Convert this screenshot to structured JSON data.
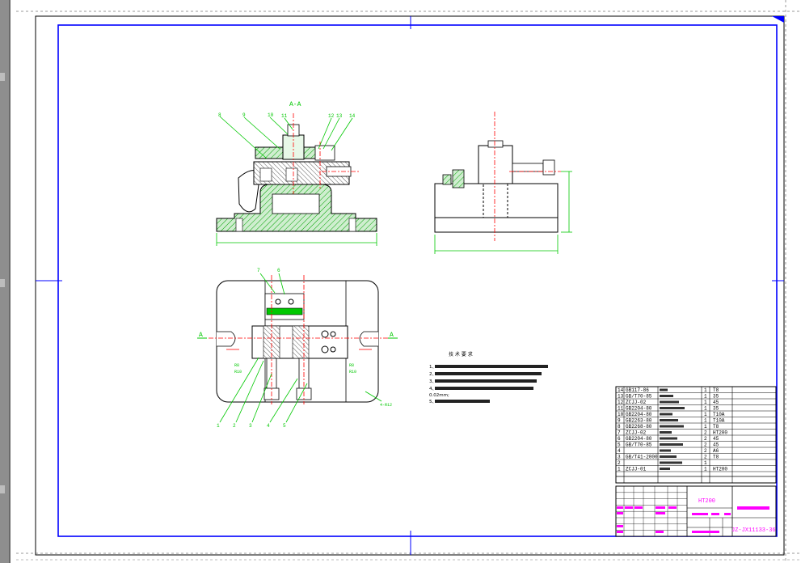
{
  "drawing": {
    "section_label": "A-A",
    "cut_marks": [
      "A",
      "A"
    ],
    "section_view_part_numbers": [
      "8",
      "9",
      "10",
      "11",
      "12",
      "13",
      "14"
    ],
    "plan_view_part_numbers_top": [
      "7",
      "6"
    ],
    "plan_view_part_numbers_bottom": [
      "1",
      "2",
      "3",
      "4",
      "5"
    ],
    "plan_callouts": [
      "R8",
      "R10",
      "R8",
      "R10",
      "4-R12"
    ],
    "tech_title": "技 术 要 求",
    "tech_items": [
      "1、",
      "2、",
      "3、",
      "4、",
      "0.02mm;",
      "5、"
    ]
  },
  "bom": {
    "rows": [
      {
        "no": "14",
        "code": "GB117-86",
        "qty": "1",
        "mat": "T8"
      },
      {
        "no": "13",
        "code": "GB/T70-85",
        "qty": "1",
        "mat": "35"
      },
      {
        "no": "12",
        "code": "ZCJJ-02",
        "qty": "1",
        "mat": "45"
      },
      {
        "no": "11",
        "code": "GB2204-80",
        "qty": "1",
        "mat": "35"
      },
      {
        "no": "10",
        "code": "GB2204-80",
        "qty": "1",
        "mat": "T10A"
      },
      {
        "no": "9",
        "code": "GB2263-80",
        "qty": "1",
        "mat": "T10A"
      },
      {
        "no": "8",
        "code": "GB2268-80",
        "qty": "1",
        "mat": "T8"
      },
      {
        "no": "7",
        "code": "ZCJJ-02",
        "qty": "2",
        "mat": "HT200"
      },
      {
        "no": "6",
        "code": "GB2204-80",
        "qty": "2",
        "mat": "45"
      },
      {
        "no": "5",
        "code": "GB/T70-85",
        "qty": "2",
        "mat": "45"
      },
      {
        "no": "4",
        "code": "",
        "qty": "2",
        "mat": "A6"
      },
      {
        "no": "3",
        "code": "GB/T41-2000",
        "qty": "2",
        "mat": "T8"
      },
      {
        "no": "2",
        "code": "",
        "qty": "1",
        "mat": ""
      },
      {
        "no": "1",
        "code": "ZCJJ-01",
        "qty": "1",
        "mat": "HT200"
      }
    ],
    "material": "HT200",
    "drawing_no": "JZ-JX11133-36"
  },
  "colors": {
    "frame": "#0000ff",
    "part_green": "#00c800",
    "hatch": "#00a000",
    "center_red": "#ff0000",
    "magenta": "#ff00ff",
    "line_black": "#000000"
  }
}
